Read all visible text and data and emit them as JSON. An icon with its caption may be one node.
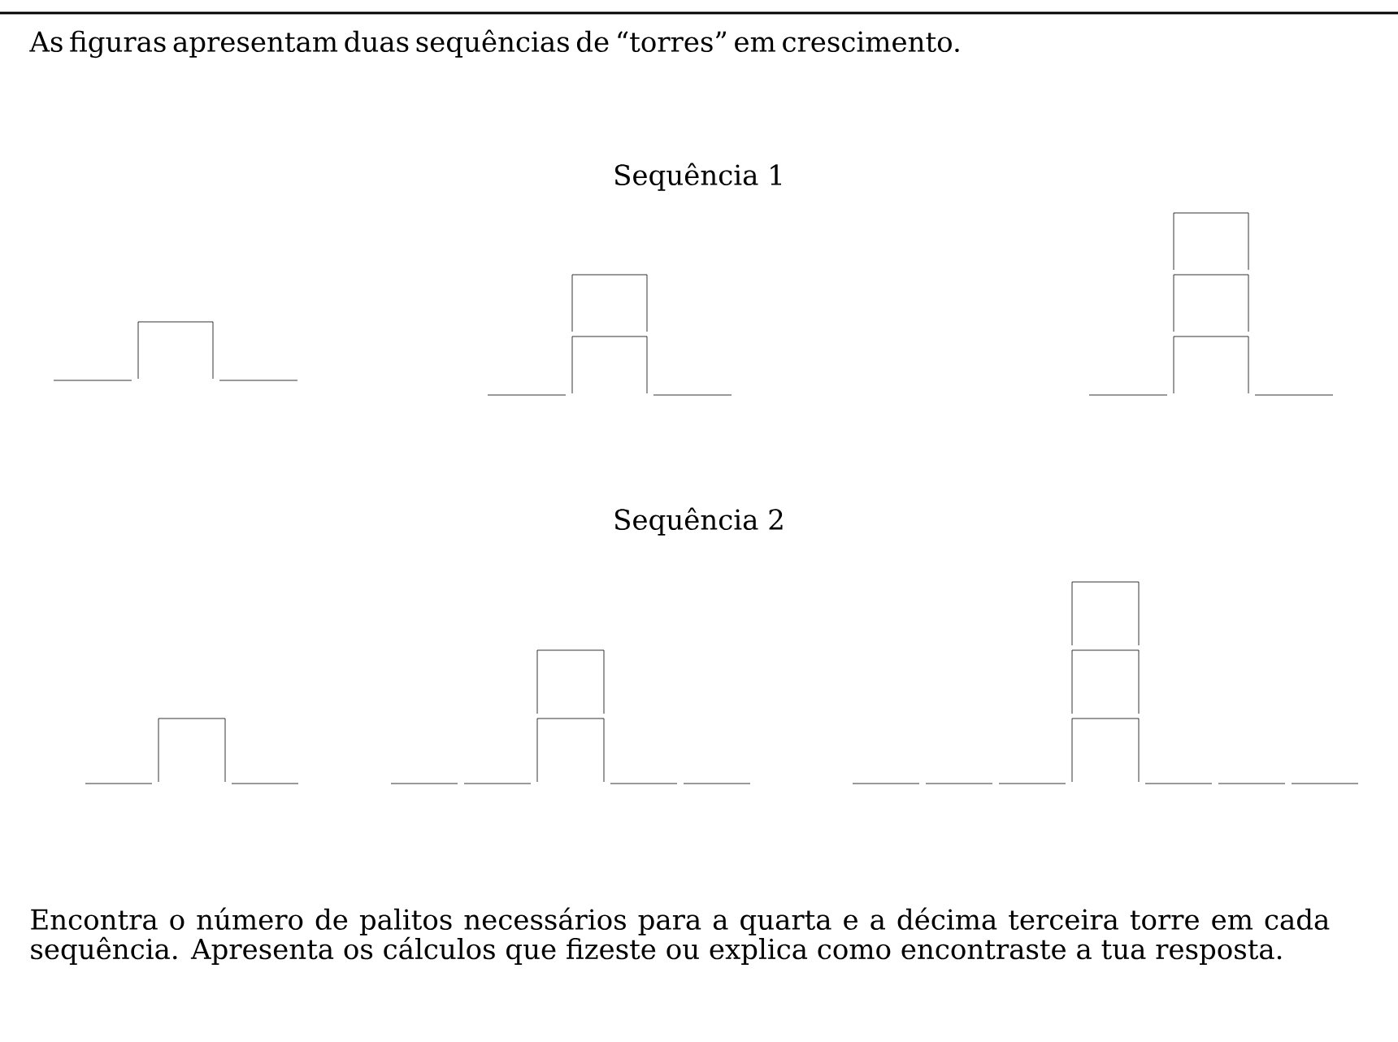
{
  "diagram": {
    "labels": [
      "As figuras apresentam duas sequências de “torres” em crescimento.",
      "Sequência 1",
      "Sequência 2",
      "Encontra o número de palitos necessários para a quarta e a décima terceira torre em cada sequência. Apresenta os cálculos que fizeste ou explica como encontraste a tua resposta."
    ]
  }
}
